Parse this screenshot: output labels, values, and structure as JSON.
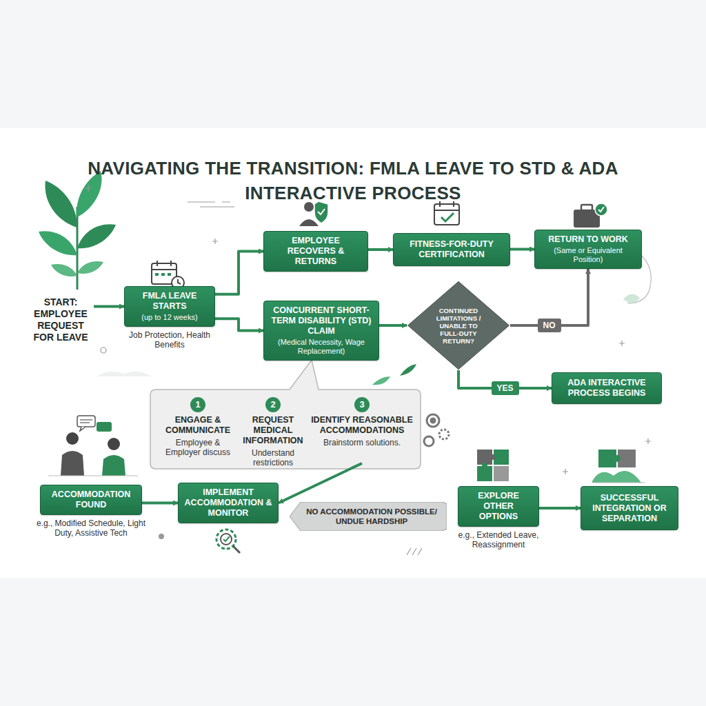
{
  "diagram": {
    "title": "NAVIGATING THE TRANSITION: FMLA LEAVE TO STD & ADA INTERACTIVE PROCESS",
    "nodes": [
      {
        "text": [
          "START: EMPLOYEE REQUEST FOR LEAVE"
        ]
      },
      {
        "text": [
          "FMLA LEAVE STARTS",
          "(up to 12 weeks)",
          "Job Protection, Health Benefits"
        ]
      },
      {
        "text": [
          "EMPLOYEE RECOVERS & RETURNS"
        ]
      },
      {
        "text": [
          "FITNESS-FOR-DUTY CERTIFICATION"
        ]
      },
      {
        "text": [
          "RETURN TO WORK",
          "(Same or Equivalent Position)"
        ]
      },
      {
        "text": [
          "CONCURRENT SHORT-TERM DISABILITY (STD) CLAIM",
          "(Medical Necessity, Wage Replacement)"
        ]
      },
      {
        "text": [
          "CONTINUED LIMITATIONS / UNABLE TO FULL-DUTY RETURN?"
        ]
      },
      {
        "text": [
          "ADA INTERACTIVE PROCESS BEGINS"
        ]
      },
      {
        "text": [
          "1",
          "ENGAGE & COMMUNICATE",
          "Employee & Employer discuss"
        ]
      },
      {
        "text": [
          "2",
          "REQUEST MEDICAL INFORMATION",
          "Understand restrictions"
        ]
      },
      {
        "text": [
          "3",
          "IDENTIFY REASONABLE ACCOMMODATIONS",
          "Brainstorm solutions."
        ]
      },
      {
        "text": [
          "ACCOMMODATION FOUND",
          "e.g., Modified Schedule, Light Duty, Assistive Tech"
        ]
      },
      {
        "text": [
          "IMPLEMENT ACCOMMODATION & MONITOR"
        ]
      },
      {
        "text": [
          "NO ACCOMMODATION POSSIBLE/ UNDUE HARDSHIP"
        ]
      },
      {
        "text": [
          "EXPLORE OTHER OPTIONS",
          "e.g., Extended Leave, Reassignment"
        ]
      },
      {
        "text": [
          "SUCCESSFUL INTEGRATION OR SEPARATION"
        ]
      }
    ],
    "edges": [
      {
        "from": 0,
        "to": 1,
        "arrow": "to"
      },
      {
        "from": 1,
        "to": 2,
        "arrow": "to"
      },
      {
        "from": 1,
        "to": 5,
        "arrow": "to"
      },
      {
        "from": 2,
        "to": 3,
        "arrow": "to"
      },
      {
        "from": 3,
        "to": 4,
        "arrow": "to"
      },
      {
        "from": 5,
        "to": 6,
        "arrow": "to"
      },
      {
        "from": 6,
        "to": 4,
        "label": "NO",
        "arrow": "to"
      },
      {
        "from": 6,
        "to": 7,
        "label": "YES",
        "arrow": "to"
      },
      {
        "from": 10,
        "to": 12,
        "arrow": "to"
      },
      {
        "from": 11,
        "to": 12,
        "arrow": "to"
      },
      {
        "from": 14,
        "to": 15,
        "arrow": "to"
      }
    ]
  }
}
